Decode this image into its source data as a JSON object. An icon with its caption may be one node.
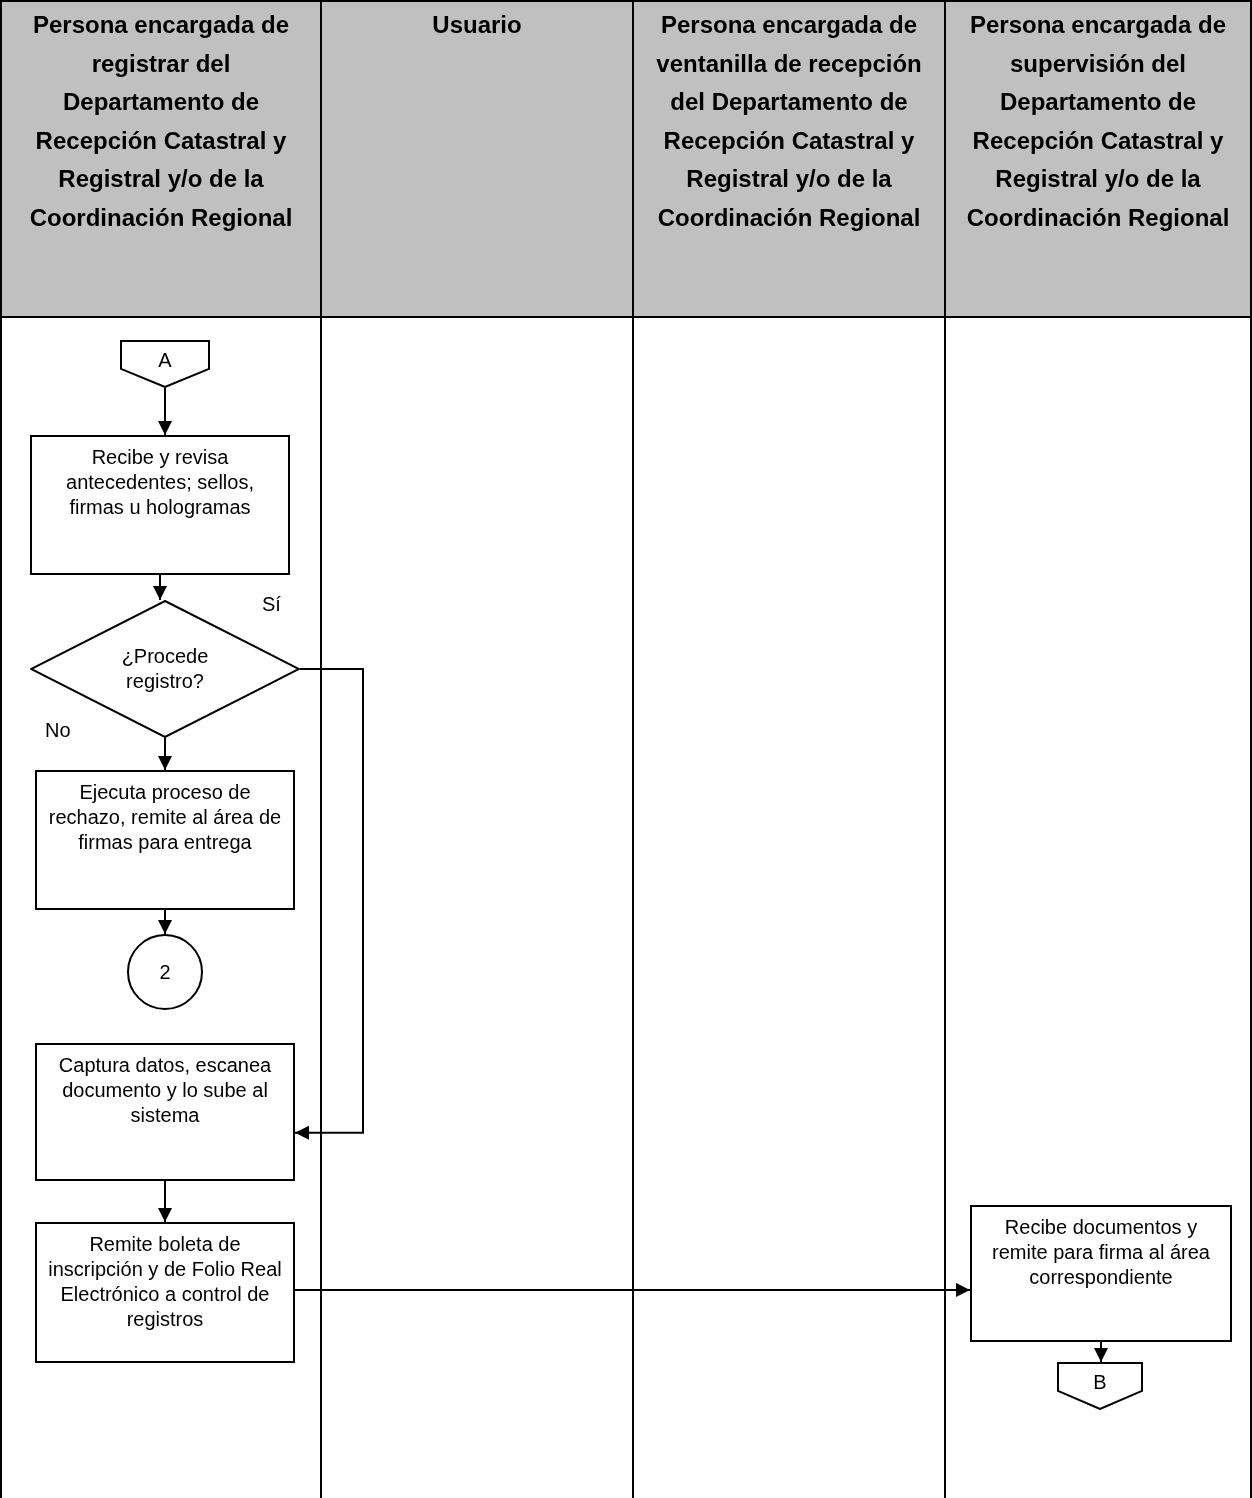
{
  "diagram": {
    "nodes": [
      {
        "text": [
          "Persona encargada de registrar del Departamento de Recepción Catastral y Registral y/o de la Coordinación Regional"
        ]
      },
      {
        "text": [
          "Usuario"
        ]
      },
      {
        "text": [
          "Persona encargada de ventanilla de recepción del Departamento de Recepción Catastral y Registral y/o de la Coordinación Regional"
        ]
      },
      {
        "text": [
          "Persona encargada de supervisión del Departamento de Recepción Catastral y Registral y/o de la Coordinación Regional"
        ]
      },
      {
        "text": [
          "A"
        ]
      },
      {
        "text": [
          "Recibe y revisa antecedentes; sellos, firmas u hologramas"
        ]
      },
      {
        "text": [
          "¿Procede registro?"
        ]
      },
      {
        "text": [
          "Ejecuta proceso de rechazo, remite al área de firmas para entrega"
        ]
      },
      {
        "text": [
          "2"
        ]
      },
      {
        "text": [
          "Captura datos, escanea documento y lo sube al sistema"
        ]
      },
      {
        "text": [
          "Remite boleta de inscripción y de Folio Real Electrónico a control de registros"
        ]
      },
      {
        "text": [
          "Recibe documentos y remite para firma al área correspondiente"
        ]
      },
      {
        "text": [
          "B"
        ]
      }
    ],
    "edges": [
      {
        "from": 4,
        "to": 5,
        "arrow": "to"
      },
      {
        "from": 5,
        "to": 6,
        "arrow": "to"
      },
      {
        "from": 6,
        "to": 7,
        "arrow": "to",
        "label": "No"
      },
      {
        "from": 7,
        "to": 8,
        "arrow": "to"
      },
      {
        "from": 6,
        "to": 9,
        "arrow": "to",
        "label": "Sí"
      },
      {
        "from": 9,
        "to": 10,
        "arrow": "to"
      },
      {
        "from": 10,
        "to": 11,
        "arrow": "to"
      },
      {
        "from": 11,
        "to": 12,
        "arrow": "to"
      }
    ]
  }
}
